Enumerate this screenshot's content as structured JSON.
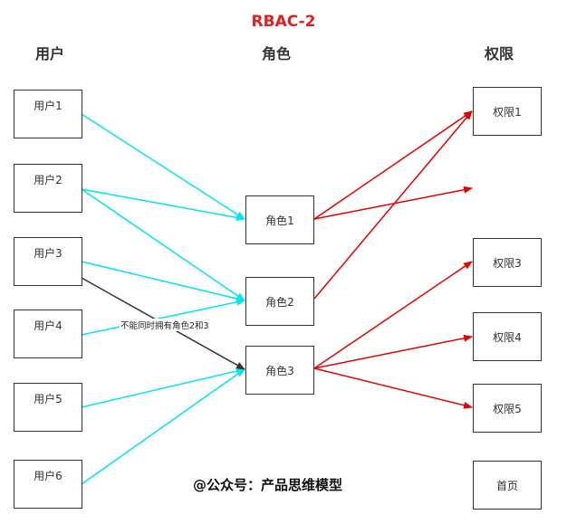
{
  "title": "RBAC-2",
  "title_color": "#e02020",
  "headers": {
    "users": "用户",
    "roles": "角色",
    "permissions": "权限"
  },
  "users": [
    "用户1",
    "用户2",
    "用户3",
    "用户4",
    "用户5",
    "用户6"
  ],
  "roles": [
    "角色1",
    "角色2",
    "角色3"
  ],
  "permissions": [
    "权限1",
    "权限3",
    "权限4",
    "权限5",
    "首页"
  ],
  "constraint_note": "不能同时拥有角色2和3",
  "watermark": "@公众号：产品思维模型",
  "colors": {
    "user_role": "#00e5ee",
    "role_permission": "#e60000",
    "constraint": "#333333"
  },
  "connections": {
    "user_role": [
      [
        "用户1",
        "角色1"
      ],
      [
        "用户2",
        "角色1"
      ],
      [
        "用户2",
        "角色2"
      ],
      [
        "用户3",
        "角色2"
      ],
      [
        "用户4",
        "角色2"
      ],
      [
        "用户5",
        "角色3"
      ],
      [
        "用户6",
        "角色3"
      ]
    ],
    "constraint": [
      [
        "用户3",
        "角色3"
      ]
    ],
    "role_permission": [
      [
        "角色1",
        "权限1"
      ],
      [
        "角色1",
        "(unlabeled)"
      ],
      [
        "角色2",
        "权限1"
      ],
      [
        "角色3",
        "权限3"
      ],
      [
        "角色3",
        "权限4"
      ],
      [
        "角色3",
        "权限5"
      ]
    ]
  }
}
